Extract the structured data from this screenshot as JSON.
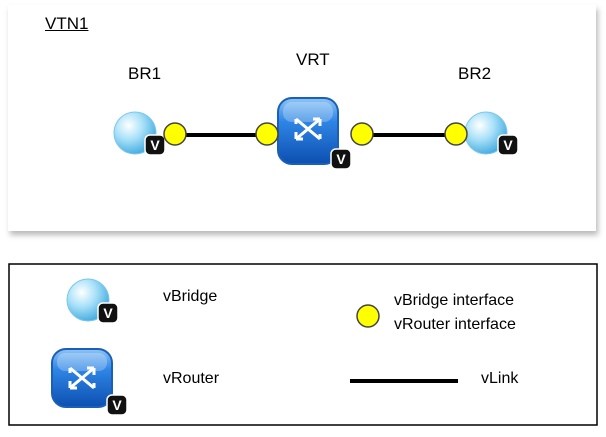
{
  "topology": {
    "vtn_label": "VTN1",
    "nodes": {
      "br1": {
        "label": "BR1",
        "type": "vbridge"
      },
      "vrt": {
        "label": "VRT",
        "type": "vrouter"
      },
      "br2": {
        "label": "BR2",
        "type": "vbridge"
      }
    },
    "links": [
      {
        "from": "br1",
        "to": "vrt",
        "type": "vlink"
      },
      {
        "from": "vrt",
        "to": "br2",
        "type": "vlink"
      }
    ],
    "badge_letter": "V"
  },
  "legend": {
    "vbridge_label": "vBridge",
    "vrouter_label": "vRouter",
    "interface_line1": "vBridge interface",
    "interface_line2": "vRouter interface",
    "vlink_label": "vLink"
  },
  "colors": {
    "interface_fill": "#ffff00",
    "vrouter_blue": "#1f6fd6",
    "vbridge_blue": "#5fc2ee",
    "badge_black": "#111111",
    "link": "#000000"
  },
  "icons": {
    "vbridge": "vbridge-icon",
    "vrouter": "vrouter-icon",
    "interface": "interface-dot-icon",
    "vlink": "vlink-line-icon"
  }
}
